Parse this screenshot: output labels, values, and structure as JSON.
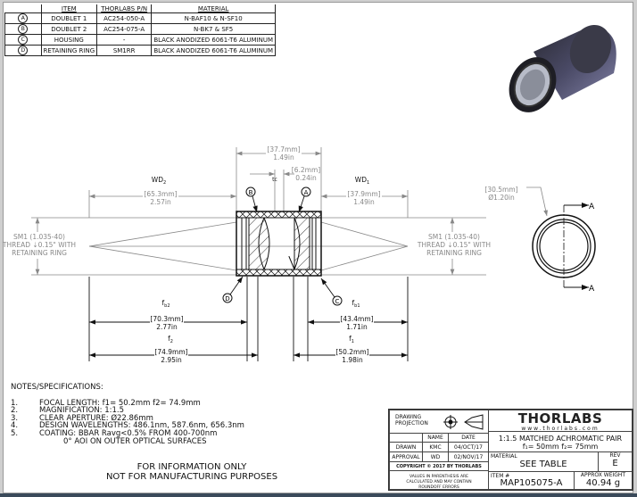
{
  "bom": {
    "headers": {
      "item": "ITEM",
      "pn": "THORLABS P/N",
      "material": "MATERIAL"
    },
    "rows": [
      {
        "id": "A",
        "item": "DOUBLET 1",
        "pn": "AC254-050-A",
        "material": "N-BAF10 & N-SF10"
      },
      {
        "id": "B",
        "item": "DOUBLET 2",
        "pn": "AC254-075-A",
        "material": "N-BK7 & SF5"
      },
      {
        "id": "C",
        "item": "HOUSING",
        "pn": "-",
        "material": "BLACK ANODIZED 6061-T6 ALUMINUM"
      },
      {
        "id": "D",
        "item": "RETAINING RING",
        "pn": "SM1RR",
        "material": "BLACK ANODIZED 6061-T6 ALUMINUM"
      }
    ]
  },
  "dims": {
    "length": {
      "mm": "[37.7mm]",
      "in": "1.49in"
    },
    "tc": {
      "label": "tc",
      "mm": "[6.2mm]",
      "in": "0.24in"
    },
    "wd2": {
      "label": "WD",
      "sub": "2",
      "mm": "[65.3mm]",
      "in": "2.57in"
    },
    "wd1": {
      "label": "WD",
      "sub": "1",
      "mm": "[37.9mm]",
      "in": "1.49in"
    },
    "fb2": {
      "label": "f",
      "sub": "b2",
      "mm": "[70.3mm]",
      "in": "2.77in"
    },
    "f2": {
      "label": "f",
      "sub": "2",
      "mm": "[74.9mm]",
      "in": "2.95in"
    },
    "fb1": {
      "label": "f",
      "sub": "b1",
      "mm": "[43.4mm]",
      "in": "1.71in"
    },
    "f1": {
      "label": "f",
      "sub": "1",
      "mm": "[50.2mm]",
      "in": "1.98in"
    },
    "thread": {
      "line1": "SM1 (1.035-40)",
      "line2": "THREAD ⇣0.15\" WITH",
      "line3": "RETAINING RING"
    },
    "od": {
      "mm": "[30.5mm]",
      "in": "Ø1.20in"
    },
    "section": "A"
  },
  "callouts": [
    "A",
    "B",
    "C",
    "D"
  ],
  "notes": {
    "title": "NOTES/SPECIFICATIONS:",
    "items": [
      {
        "n": "1.",
        "text": "FOCAL LENGTH: f1= 50.2mm   f2= 74.9mm"
      },
      {
        "n": "2.",
        "text": "MAGNIFICATION:  1:1.5"
      },
      {
        "n": "3.",
        "text": "CLEAR APERTURE: Ø22.86mm"
      },
      {
        "n": "4.",
        "text": "DESIGN WAVELENGTHS: 486.1nm, 587.6nm, 656.3nm"
      },
      {
        "n": "5.",
        "text": "COATING: BBAR Ravg<0.5% FROM  400-700nm"
      },
      {
        "n": "",
        "text": "          0° AOI ON OUTER OPTICAL SURFACES"
      }
    ],
    "info1": "FOR INFORMATION ONLY",
    "info2": "NOT FOR MANUFACTURING PURPOSES"
  },
  "title_block": {
    "projection": "DRAWING PROJECTION",
    "name_hdr": "NAME",
    "date_hdr": "DATE",
    "drawn_label": "DRAWN",
    "drawn_name": "KMC",
    "drawn_date": "04/OCT/17",
    "approval_label": "APPROVAL",
    "approval_name": "WD",
    "approval_date": "02/NOV/17",
    "copyright": "COPYRIGHT © 2017 BY THORLABS",
    "values_note": "VALUES IN PARENTHESIS ARE CALCULATED AND MAY CONTAIN ROUNDOFF ERRORS",
    "logo": "THORLABS",
    "url": "www.thorlabs.com",
    "title1": "1:1.5 MATCHED ACHROMATIC PAIR",
    "title2": "f₁= 50mm  f₂= 75mm",
    "material_label": "MATERIAL",
    "material": "SEE TABLE",
    "rev_label": "REV",
    "rev": "E",
    "item_label": "ITEM #",
    "item": "MAP105075-A",
    "weight_label": "APPROX WEIGHT",
    "weight": "40.94 g"
  }
}
